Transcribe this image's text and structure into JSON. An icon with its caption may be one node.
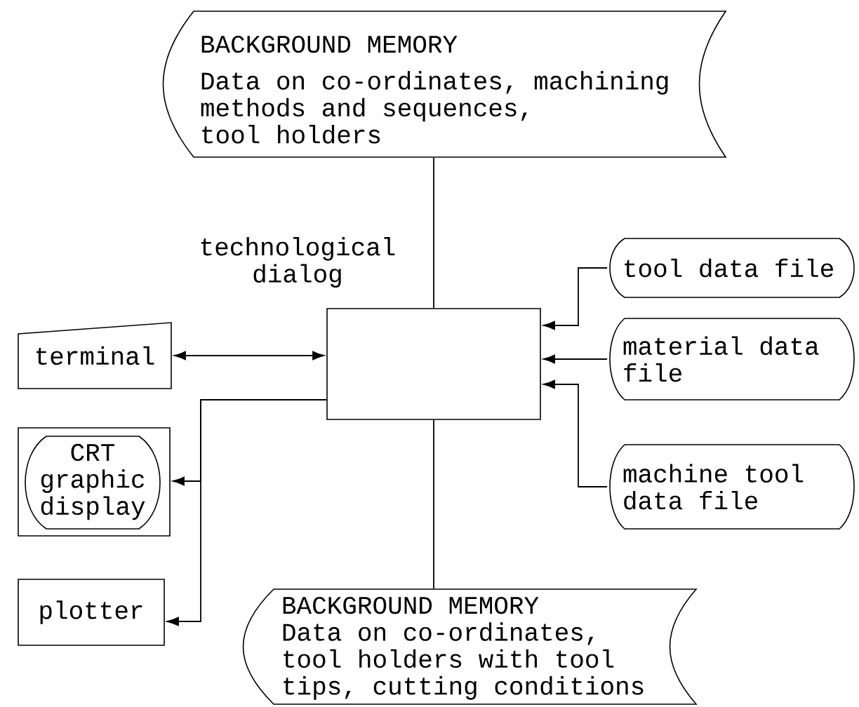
{
  "diagram": {
    "nodes": [
      {
        "text": [
          "BACKGROUND MEMORY",
          "Data on co-ordinates, machining methods and sequences, tool holders"
        ]
      },
      {
        "text": [
          "tool data file"
        ]
      },
      {
        "text": [
          "terminal"
        ]
      },
      {
        "text": [],
        "shape": "box"
      },
      {
        "text": [
          "material data file"
        ]
      },
      {
        "text": [
          "CRT graphic display"
        ]
      },
      {
        "text": [
          "machine tool data file"
        ]
      },
      {
        "text": [
          "plotter"
        ]
      },
      {
        "text": [
          "BACKGROUND MEMORY",
          "Data on co-ordinates, tool holders with tool tips, cutting conditions"
        ]
      }
    ],
    "edges": [
      {
        "from": 0,
        "to": 3,
        "arrow": "none"
      },
      {
        "from": 2,
        "to": 3,
        "arrow": "both"
      },
      {
        "from": 3,
        "to": 5,
        "arrow": "to"
      },
      {
        "from": 3,
        "to": 7,
        "arrow": "to"
      },
      {
        "from": 1,
        "to": 3,
        "arrow": "to"
      },
      {
        "from": 4,
        "to": 3,
        "arrow": "to"
      },
      {
        "from": 6,
        "to": 3,
        "arrow": "to"
      },
      {
        "from": 3,
        "to": 8,
        "arrow": "none"
      }
    ],
    "labels": [
      "technological dialog"
    ]
  }
}
